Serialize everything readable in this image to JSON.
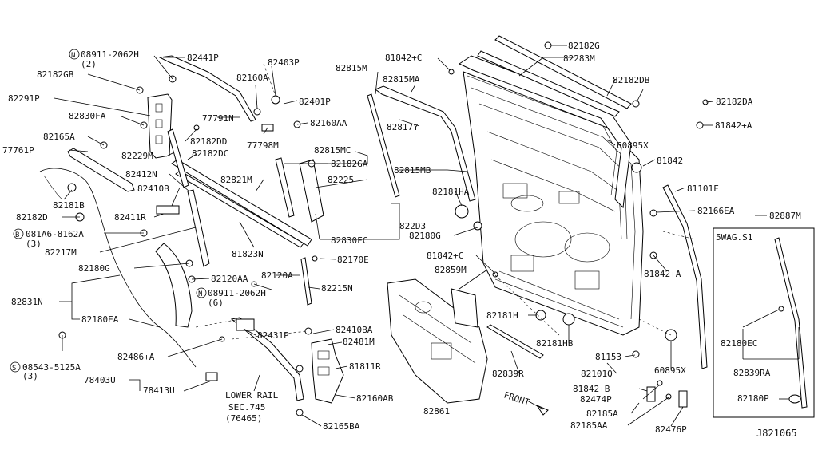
{
  "labels": {
    "p08911_2062h_2": "08911-2062H",
    "q2": "(2)",
    "p82441p": "82441P",
    "p82182gb": "82182GB",
    "p82291p": "82291P",
    "p82830fa": "82830FA",
    "p82165a": "82165A",
    "p77761p": "77761P",
    "p82181b": "82181B",
    "p82182d": "82182D",
    "p081a6_8162a": "081A6-8162A",
    "q3a": "(3)",
    "p82217m": "82217M",
    "p82180g_l": "82180G",
    "p82831n": "82831N",
    "p82180ea": "82180EA",
    "p08543_5125a": "08543-5125A",
    "q3b": "(3)",
    "p78403u": "78403U",
    "p78413u": "78413U",
    "p82486a": "82486+A",
    "p82403p": "82403P",
    "p82160a": "82160A",
    "p82401p": "82401P",
    "p77791n": "77791N",
    "p82160aa": "82160AA",
    "p82182dd": "82182DD",
    "p77798m": "77798M",
    "p82229m": "82229M",
    "p82182dc": "82182DC",
    "p82412n": "82412N",
    "p82410b": "82410B",
    "p82411r": "82411R",
    "p82821m": "82821M",
    "p81823n": "81823N",
    "p82120aa": "82120AA",
    "p08911_2062h_6": "08911-2062H",
    "q6": "(6)",
    "p82120a": "82120A",
    "p82215n": "82215N",
    "p82431p": "82431P",
    "p82410ba": "82410BA",
    "p82481m": "82481M",
    "p81811r": "81811R",
    "p82160ab": "82160AB",
    "p82165ba": "82165BA",
    "lower_rail": "LOWER RAIL",
    "sec745": "SEC.745",
    "p76465": "(76465)",
    "p82815m": "82815M",
    "p82815ma": "82815MA",
    "p82817y": "82817Y",
    "p82815mc": "82815MC",
    "p82182ga": "82182GA",
    "p82225": "82225",
    "p82815mb": "82815MB",
    "p822d3": "822D3",
    "p82830fc": "82830FC",
    "p82170e": "82170E",
    "p81842c_top": "81842+C",
    "p82182g": "82182G",
    "p82283m": "82283M",
    "p82182db": "82182DB",
    "p82182da": "82182DA",
    "p81842a_top": "81842+A",
    "p60895x_top": "60895X",
    "p81842": "81842",
    "p81101f": "81101F",
    "p82166ea": "82166EA",
    "p82887m": "82887M",
    "p82181ha": "82181HA",
    "p82180g_m": "82180G",
    "p81842c_mid": "81842+C",
    "p82859m": "82859M",
    "p81842a_mid": "81842+A",
    "p82181h": "82181H",
    "p82181hb": "82181HB",
    "p82839r": "82839R",
    "p81153": "81153",
    "p82101q": "82101Q",
    "p81842b": "81842+B",
    "p82474p": "82474P",
    "p82185a": "82185A",
    "p82185aa": "82185AA",
    "p82476p": "82476P",
    "p60895x_bot": "60895X",
    "p82861": "82861",
    "front": "FRONT",
    "variant": "5WAG.S1",
    "p82180ec": "82180EC",
    "p82839ra": "82839RA",
    "p82180p": "82180P",
    "diagram_id": "J821065",
    "mark_n": "N",
    "mark_b": "B",
    "mark_s": "S"
  }
}
